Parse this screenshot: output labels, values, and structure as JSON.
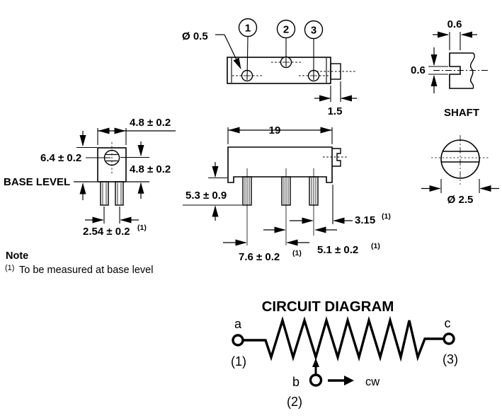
{
  "colors": {
    "ink": "#000000",
    "background": "#ffffff"
  },
  "top_view": {
    "callouts": [
      "1",
      "2",
      "3"
    ],
    "hole_dia": "Ø 0.5",
    "shaft_len": "1.5"
  },
  "shaft_detail": {
    "slot_width": "0.6",
    "slot_thickness": "0.6",
    "label": "SHAFT"
  },
  "front_view": {
    "body_width": "4.8 ± 0.2",
    "body_height": "6.4 ± 0.2",
    "center_to_base": "4.8 ± 0.2",
    "base_label": "BASE LEVEL",
    "pin_pitch": "2.54 ± 0.2",
    "pin_pitch_ref": "(1)"
  },
  "side_view": {
    "length": "19",
    "pin_len": "5.3 ± 0.9",
    "pitch_a": "7.6 ± 0.2",
    "pitch_a_ref": "(1)",
    "pitch_b": "5.1 ± 0.2",
    "pitch_b_ref": "(1)",
    "edge_offset": "3.15",
    "edge_offset_ref": "(1)"
  },
  "shaft_front": {
    "dia": "Ø 2.5"
  },
  "note": {
    "heading": "Note",
    "ref": "(1)",
    "body": "To be measured at base level"
  },
  "circuit": {
    "title": "CIRCUIT DIAGRAM",
    "a": "a",
    "a_num": "(1)",
    "b": "b",
    "b_num": "(2)",
    "c": "c",
    "c_num": "(3)",
    "cw": "cw"
  }
}
